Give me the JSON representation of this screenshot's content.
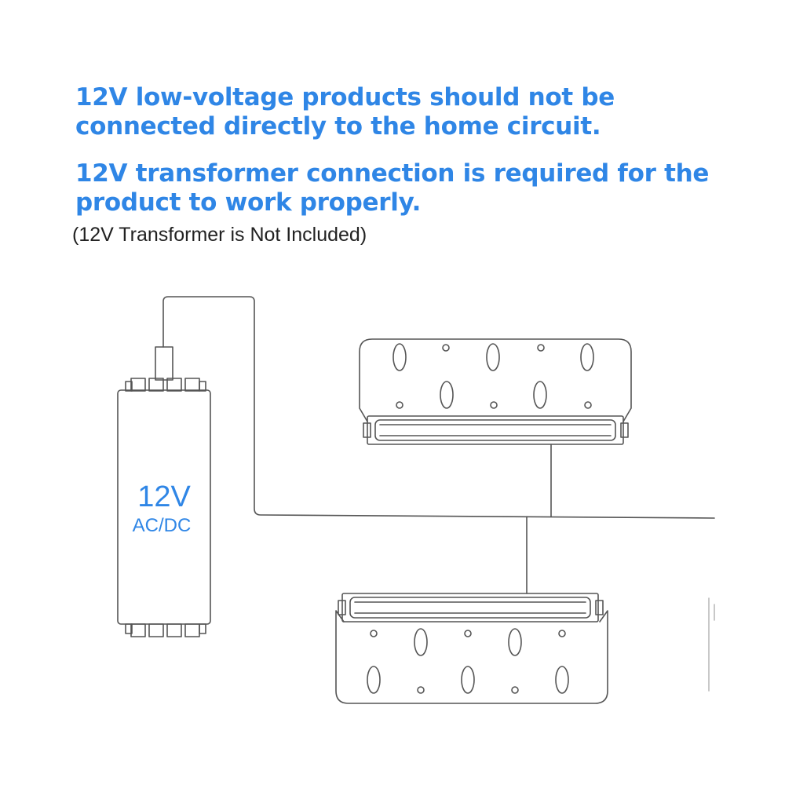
{
  "headlines": {
    "line1": "12V low-voltage products should not be connected directly to the home circuit.",
    "line2": "12V transformer connection is required for the product to work properly."
  },
  "note": "(12V Transformer is Not Included)",
  "transformer": {
    "voltage_label": "12V",
    "type_label": "AC/DC"
  },
  "colors": {
    "accent_blue": "#2f86e6",
    "line": "#555555",
    "text_dark": "#222222"
  }
}
